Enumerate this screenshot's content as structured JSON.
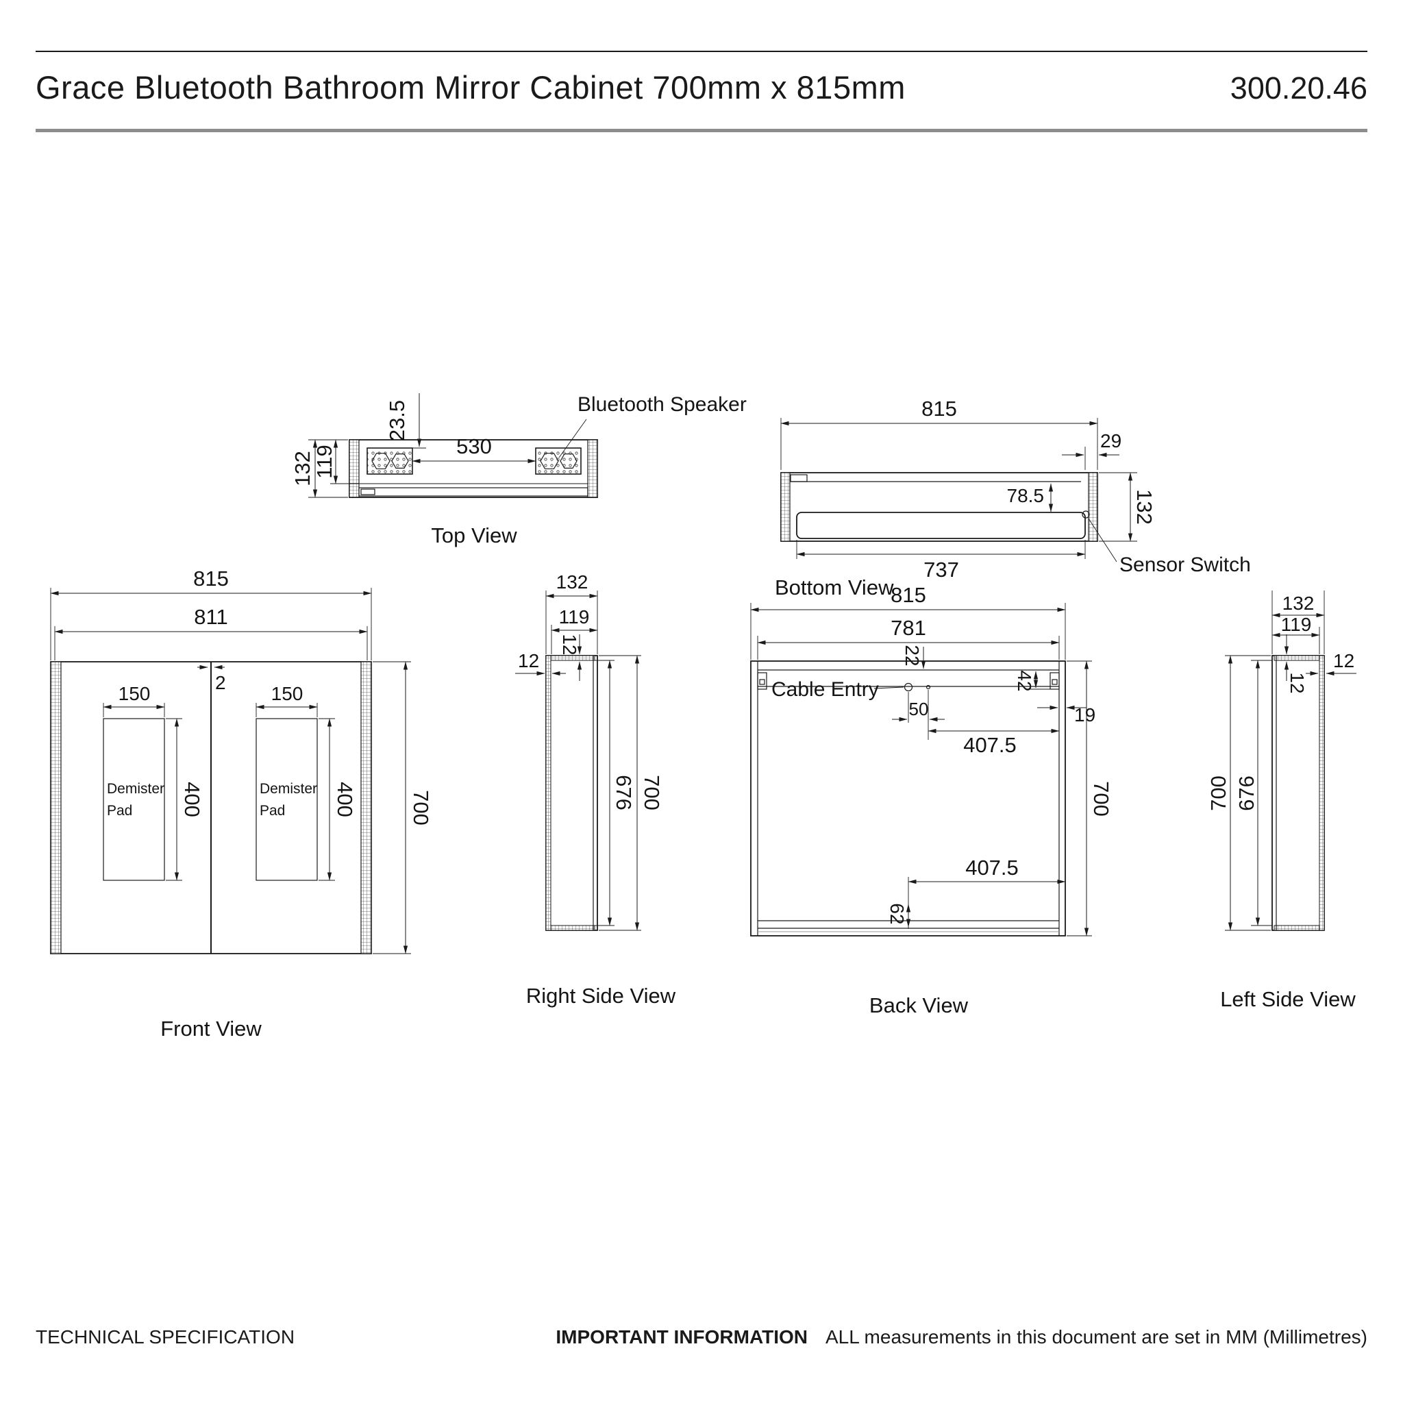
{
  "header": {
    "title": "Grace Bluetooth Bathroom Mirror Cabinet 700mm x 815mm",
    "code": "300.20.46"
  },
  "footer": {
    "section": "TECHNICAL SPECIFICATION",
    "important_label": "IMPORTANT INFORMATION",
    "important_text": "ALL measurements in this document are set in MM (Millimetres)"
  },
  "views": {
    "top": {
      "label": "Top View",
      "annotation_speaker": "Bluetooth Speaker",
      "dims": {
        "depth": "132",
        "depth_inner": "119",
        "speaker_inset": "23.5",
        "speaker_spacing": "530"
      }
    },
    "bottom": {
      "label": "Bottom View",
      "annotation_sensor": "Sensor Switch",
      "dims": {
        "width": "815",
        "door_edge": "29",
        "sensor_inset": "78.5",
        "depth": "132",
        "light_width": "737"
      }
    },
    "front": {
      "label": "Front View",
      "pad_line1": "Demister",
      "pad_line2": "Pad",
      "dims": {
        "width": "815",
        "width_inner": "811",
        "door_gap": "2",
        "pad_width_left": "150",
        "pad_width_right": "150",
        "pad_height_left": "400",
        "pad_height_right": "400",
        "height": "700"
      }
    },
    "right_side": {
      "label": "Right Side View",
      "dims": {
        "depth": "132",
        "depth_inner": "119",
        "top_thickness": "12",
        "side_thickness": "12",
        "inner_height": "676",
        "height": "700"
      }
    },
    "back": {
      "label": "Back View",
      "annotation_cable": "Cable Entry",
      "dims": {
        "width": "815",
        "width_inner": "781",
        "rail_drop": "22",
        "cable_offset": "50",
        "bracket_drop": "42",
        "bracket_inset": "19",
        "rail_half_top": "407.5",
        "rail_half_bottom": "407.5",
        "bottom_rail_offset": "62",
        "height": "700"
      }
    },
    "left_side": {
      "label": "Left Side View",
      "dims": {
        "depth": "132",
        "depth_inner": "119",
        "top_thickness": "12",
        "side_thickness": "12",
        "height": "700",
        "inner_height": "676"
      }
    }
  }
}
